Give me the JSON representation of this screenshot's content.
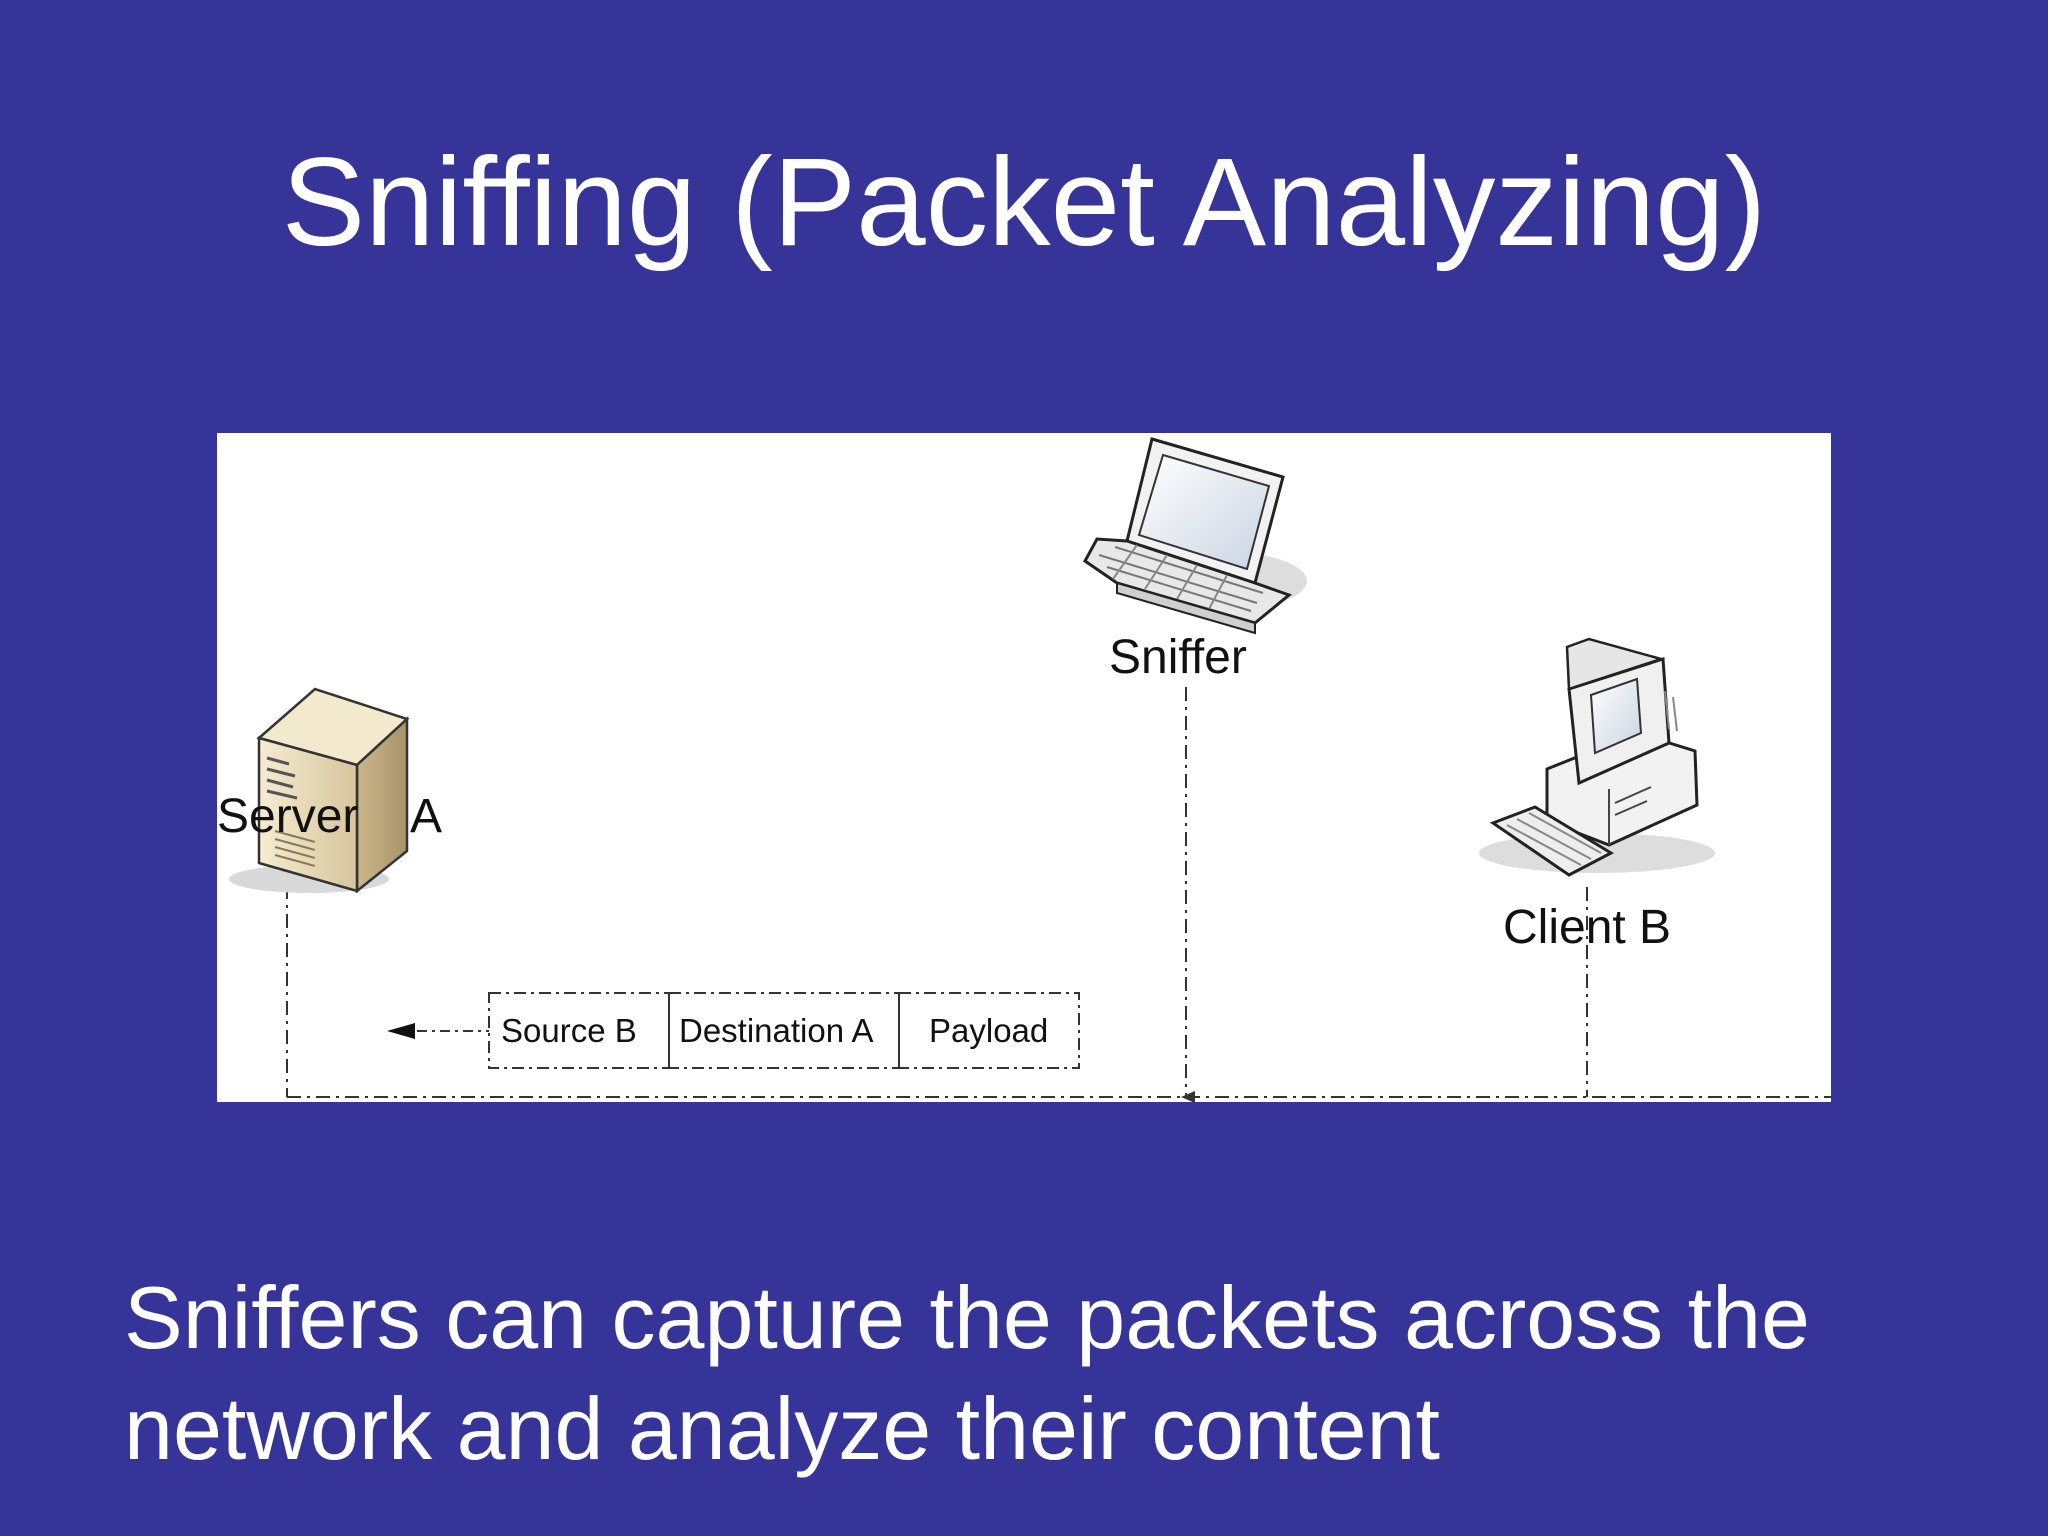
{
  "slide": {
    "background_color": "#363498",
    "title": "Sniffing (Packet Analyzing)",
    "body_lines": [
      "Sniffers can capture the packets across the",
      "network and analyze their content"
    ]
  },
  "diagram": {
    "background_color": "#ffffff",
    "nodes": {
      "server": {
        "label_word1": "Server",
        "label_word2": "A",
        "icon": "server-tower-icon"
      },
      "sniffer": {
        "label": "Sniffer",
        "icon": "laptop-icon"
      },
      "client": {
        "label": "Client B",
        "icon": "desktop-computer-icon"
      }
    },
    "packet": {
      "fields": [
        "Source B",
        "Destination A",
        "Payload"
      ]
    }
  }
}
